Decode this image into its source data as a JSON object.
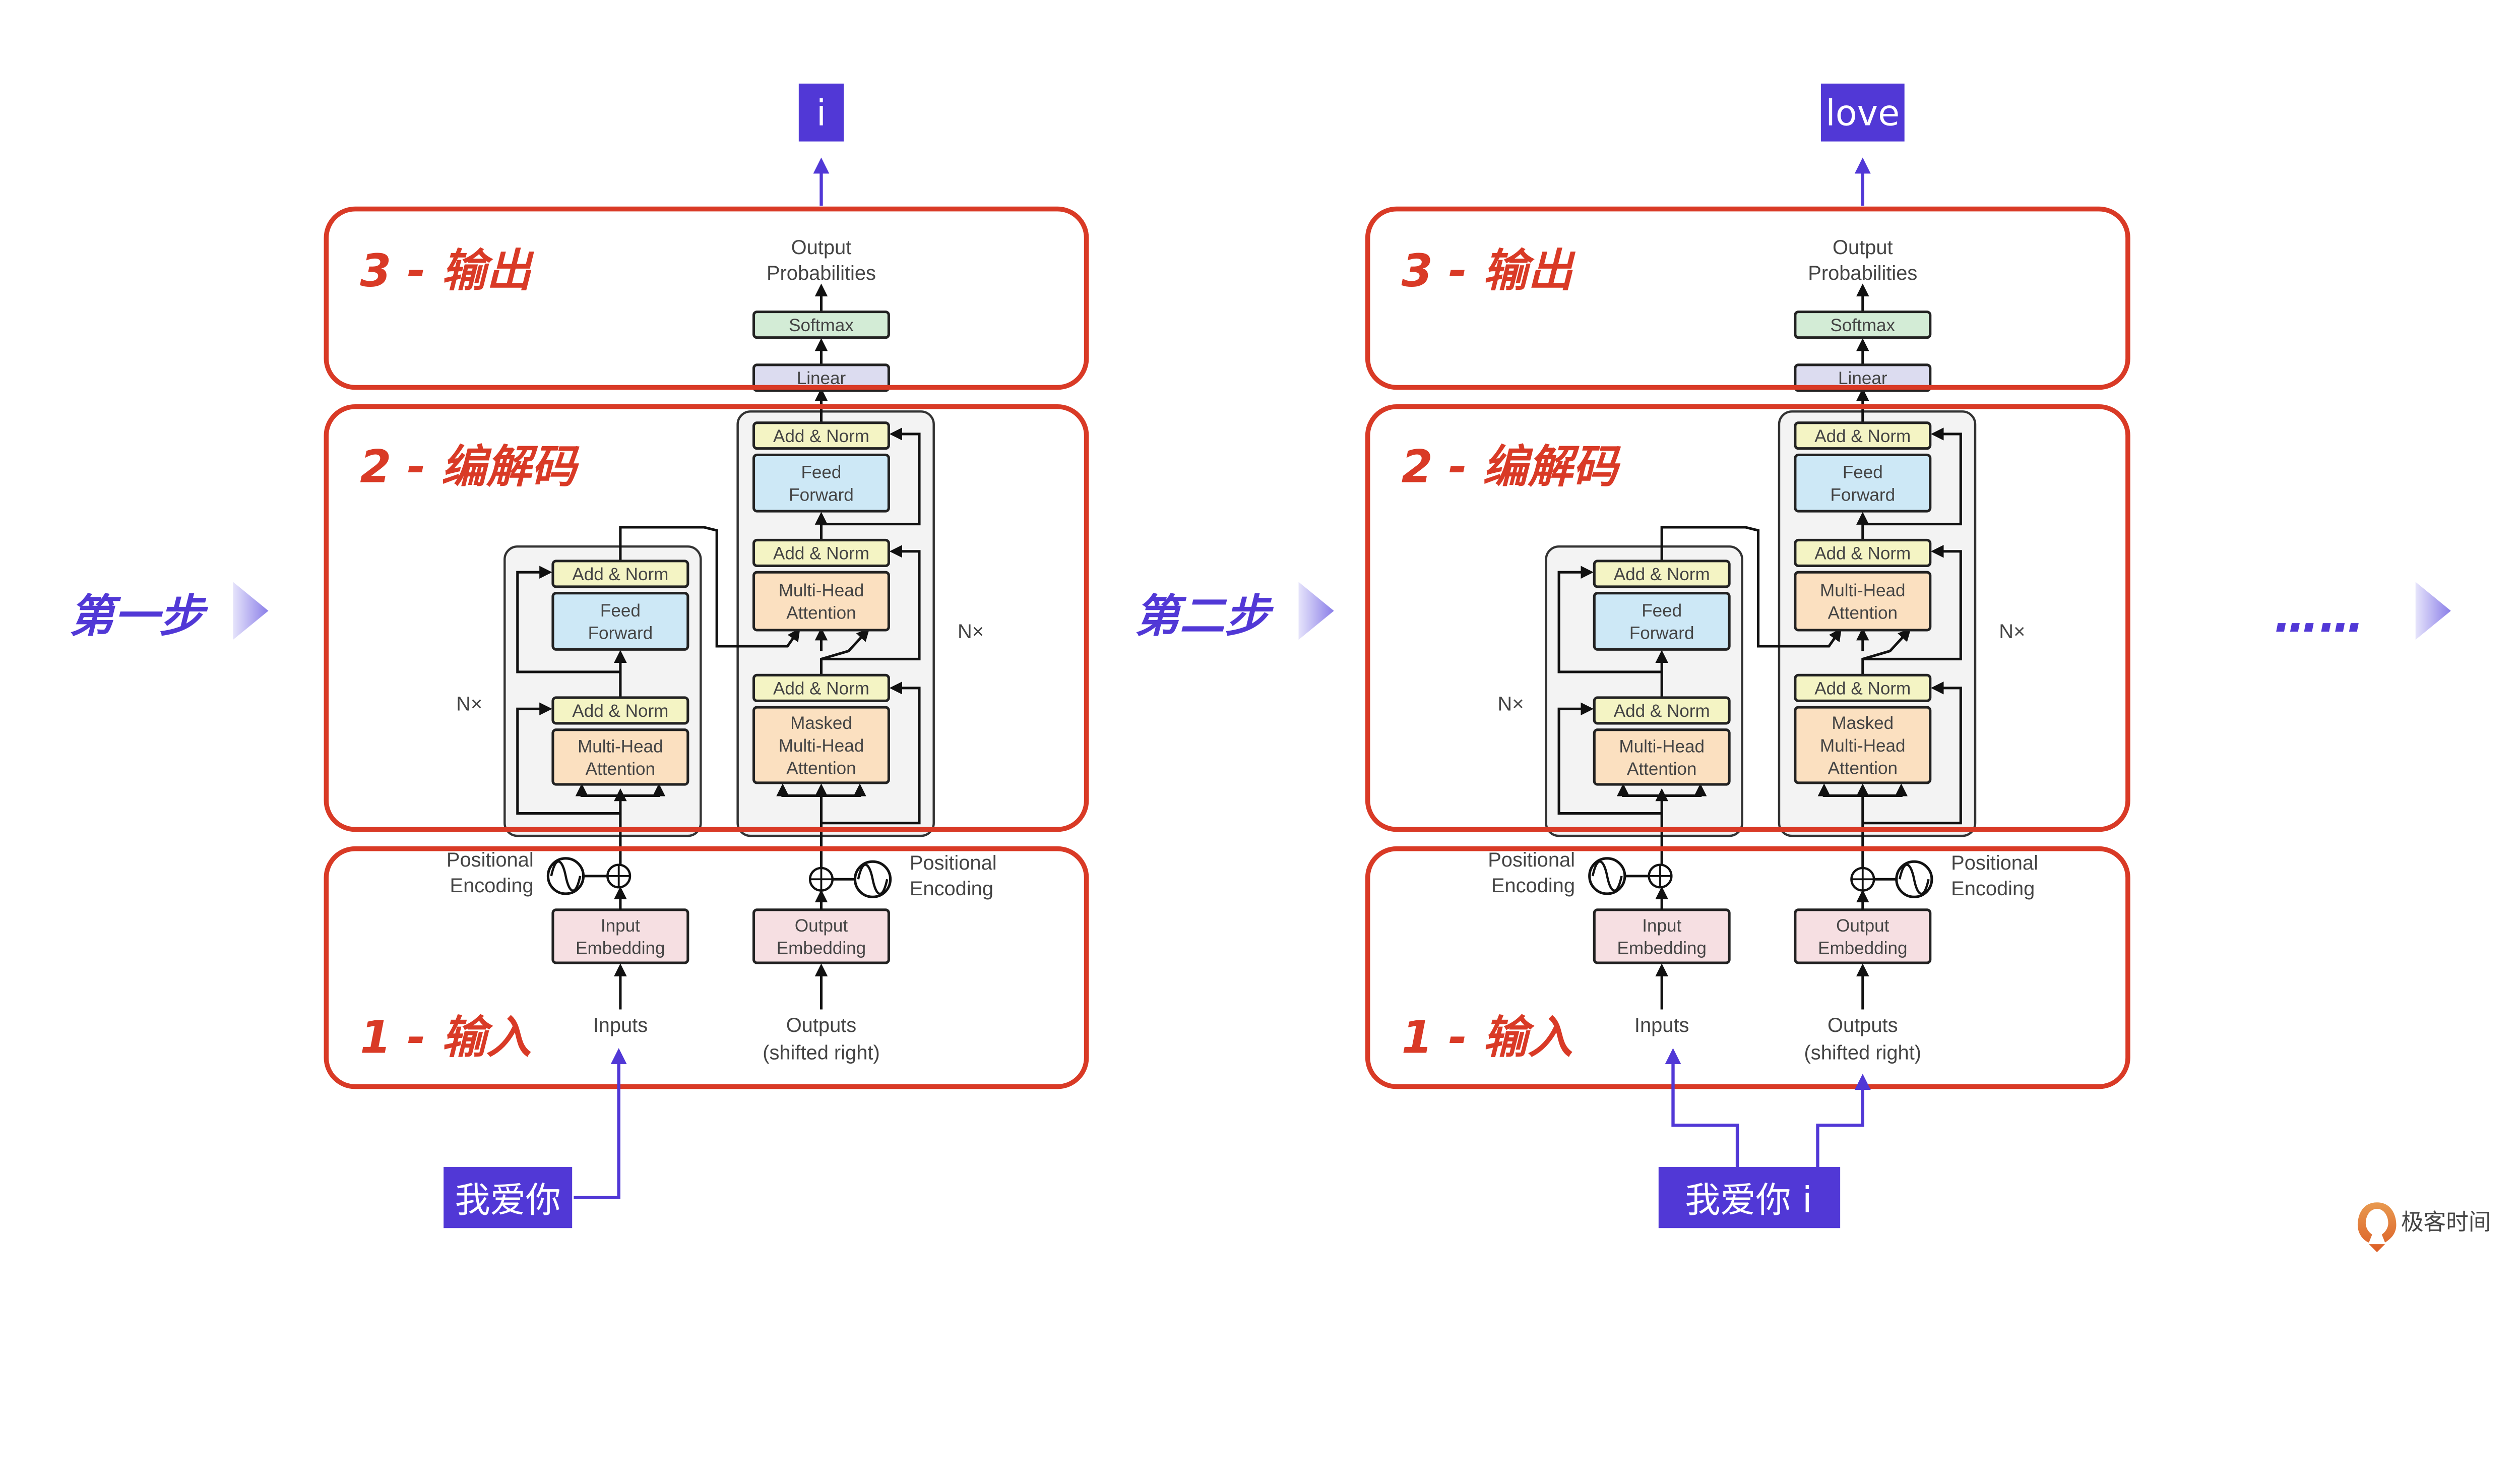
{
  "colors": {
    "section_border": "#d93a26",
    "token_bg": "#5138d6",
    "add_norm": "#f4f4c4",
    "feed_forward": "#cde8f6",
    "attention": "#fbe0c0",
    "embedding": "#f6dfe2",
    "softmax": "#d3ecd6",
    "linear": "#dcdcf0",
    "logo": "#e0702e"
  },
  "steps": [
    {
      "label": "第一步",
      "arrow_icon": "triangle-right-icon"
    },
    {
      "label": "第二步",
      "arrow_icon": "triangle-right-icon"
    },
    {
      "label": "……",
      "arrow_icon": "triangle-right-icon"
    }
  ],
  "panels": [
    {
      "sections": {
        "output": "3 - 输出",
        "codec": "2 - 编解码",
        "input": "1 - 输入"
      },
      "input_token": "我爱你",
      "output_token": "i"
    },
    {
      "sections": {
        "output": "3 - 输出",
        "codec": "2 - 编解码",
        "input": "1 - 输入"
      },
      "input_token": "我爱你 i",
      "output_token": "love"
    }
  ],
  "diagram": {
    "output_probabilities": [
      "Output",
      "Probabilities"
    ],
    "softmax": "Softmax",
    "linear": "Linear",
    "add_norm": "Add & Norm",
    "feed_forward": [
      "Feed",
      "Forward"
    ],
    "multi_head_attention": [
      "Multi-Head",
      "Attention"
    ],
    "masked_multi_head_attention": [
      "Masked",
      "Multi-Head",
      "Attention"
    ],
    "nx": "N×",
    "positional_encoding": [
      "Positional",
      "Encoding"
    ],
    "input_embedding": [
      "Input",
      "Embedding"
    ],
    "output_embedding": [
      "Output",
      "Embedding"
    ],
    "inputs": "Inputs",
    "outputs": [
      "Outputs",
      "(shifted right)"
    ]
  },
  "logo": {
    "text": "极客时间"
  }
}
